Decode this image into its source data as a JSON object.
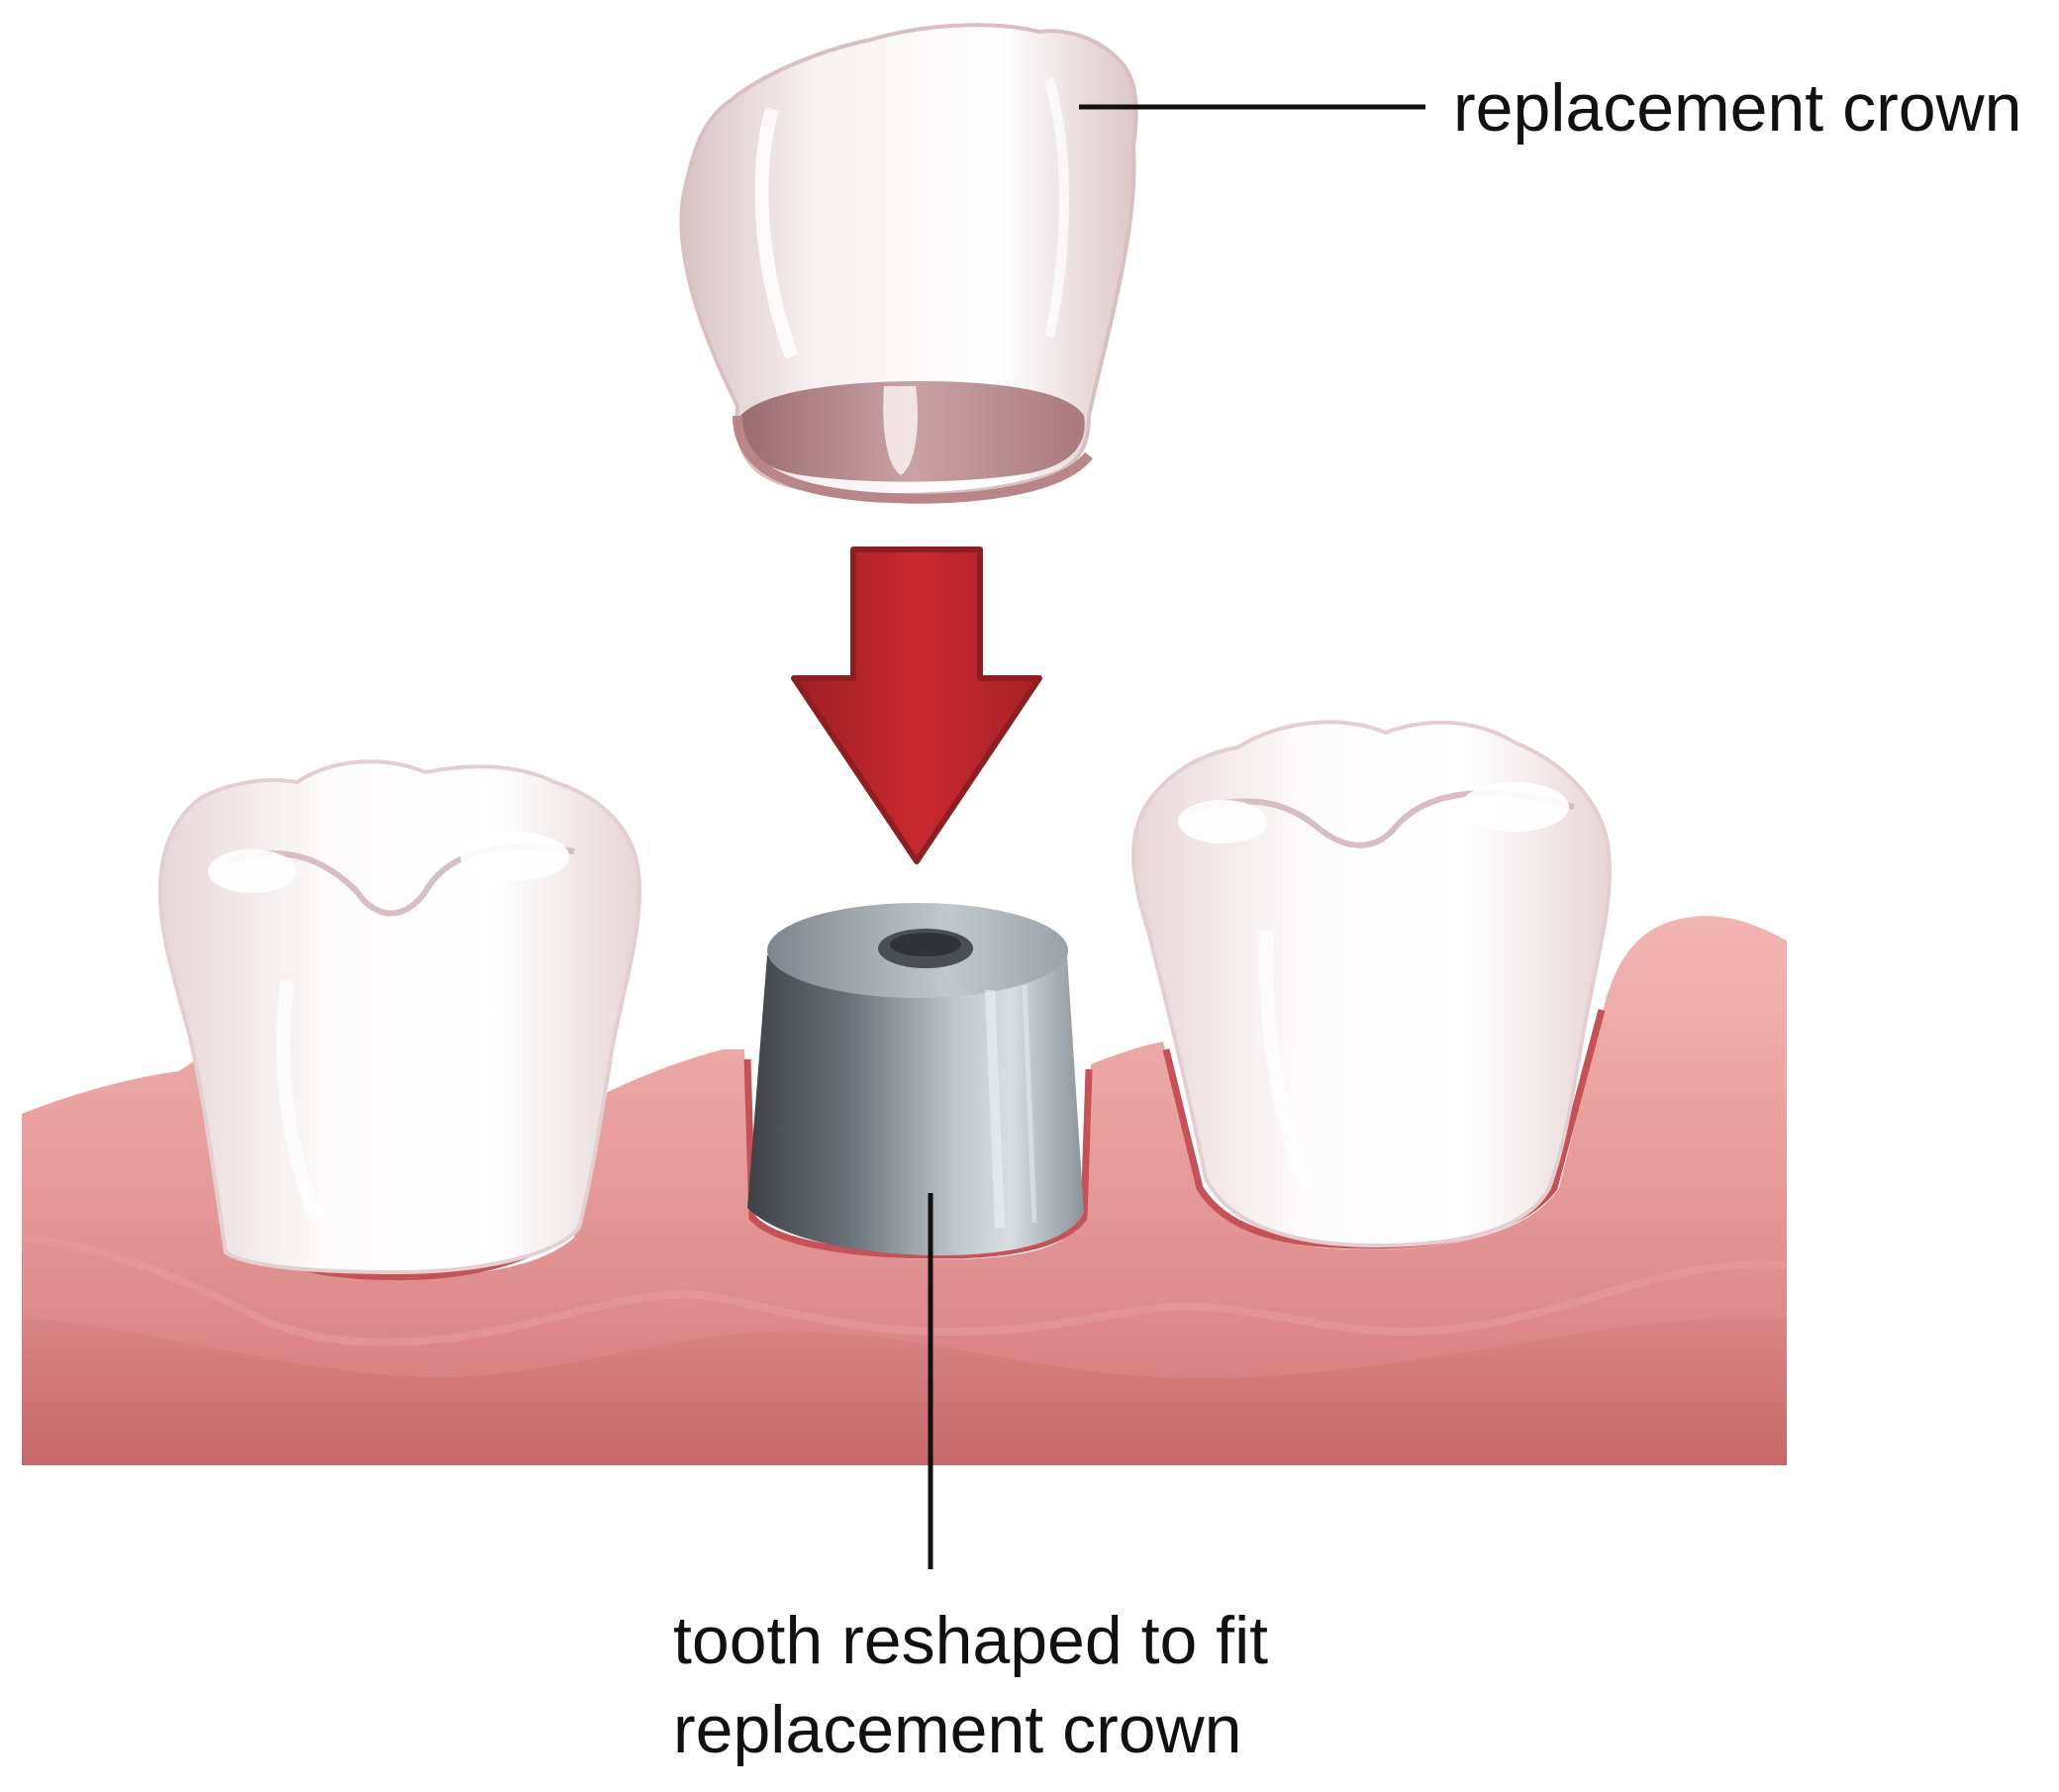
{
  "labels": {
    "crown": "replacement crown",
    "abutment_line1": "tooth reshaped to fit",
    "abutment_line2": "replacement crown"
  },
  "colors": {
    "background": "#ffffff",
    "gum_light": "#eeaeab",
    "gum_mid": "#e28f8e",
    "gum_dark": "#c86a6b",
    "gum_line": "#c55257",
    "tooth_white": "#fbf7f7",
    "tooth_shadow": "#e6d3d4",
    "crown_inner": "#b88588",
    "abutment_dark": "#4e5258",
    "abutment_light": "#c9d0d4",
    "arrow_red": "#c1272d",
    "arrow_dark": "#8f1e22",
    "leader_line": "#111111"
  },
  "icons": {
    "crown": "crown-icon",
    "arrow": "down-arrow-icon",
    "abutment": "abutment-icon",
    "left_tooth": "molar-icon",
    "right_tooth": "molar-icon",
    "gums": "gum-icon"
  }
}
